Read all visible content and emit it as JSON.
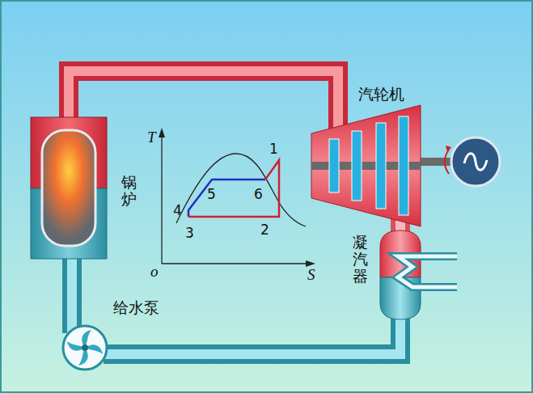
{
  "diagram": {
    "nodes": [
      {
        "text": [
          "锅炉"
        ]
      },
      {
        "text": [
          "汽轮机"
        ]
      },
      {
        "text": [
          "凝汽器"
        ]
      },
      {
        "text": [
          "给水泵"
        ]
      }
    ],
    "edges": [
      {
        "from": 0,
        "to": 1,
        "arrow": "none"
      },
      {
        "from": 1,
        "to": 2,
        "arrow": "none"
      },
      {
        "from": 2,
        "to": 3,
        "arrow": "none"
      },
      {
        "from": 3,
        "to": 0,
        "arrow": "none"
      }
    ],
    "labels": [
      "T",
      "S",
      "o",
      "1",
      "2",
      "3",
      "4",
      "5",
      "6"
    ]
  }
}
